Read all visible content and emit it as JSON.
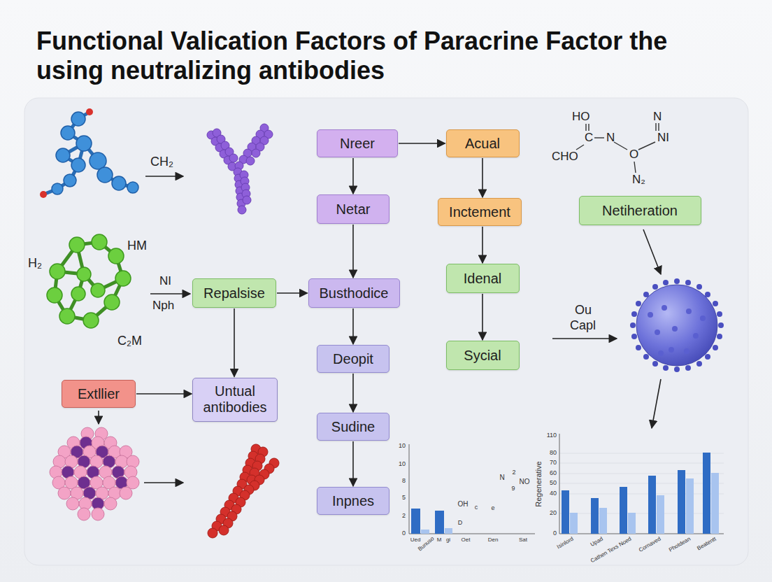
{
  "diagram": {
    "title": "Functional Valication Factors of Paracrine Factor the using neutralizing antibodies",
    "nodes": [
      {
        "text": [
          "Nreer"
        ]
      },
      {
        "text": [
          "Netar"
        ]
      },
      {
        "text": [
          "Busthodice"
        ]
      },
      {
        "text": [
          "Deopit"
        ]
      },
      {
        "text": [
          "Sudine"
        ]
      },
      {
        "text": [
          "Inpnes"
        ]
      },
      {
        "text": [
          "Acual"
        ]
      },
      {
        "text": [
          "Inctement"
        ]
      },
      {
        "text": [
          "Idenal"
        ]
      },
      {
        "text": [
          "Sycial"
        ]
      },
      {
        "text": [
          "Netiheration"
        ]
      },
      {
        "text": [
          "Repalsise"
        ]
      },
      {
        "text": [
          "Extllier"
        ]
      },
      {
        "text": [
          "Untual antibodies"
        ]
      }
    ],
    "edges": [
      {
        "from": 0,
        "to": 6,
        "arrow": "to"
      },
      {
        "from": 0,
        "to": 1,
        "arrow": "to"
      },
      {
        "from": 1,
        "to": 2,
        "arrow": "to"
      },
      {
        "from": 11,
        "to": 2,
        "arrow": "to"
      },
      {
        "from": 2,
        "to": 3,
        "arrow": "to"
      },
      {
        "from": 3,
        "to": 4,
        "arrow": "to"
      },
      {
        "from": 4,
        "to": 5,
        "arrow": "to"
      },
      {
        "from": 6,
        "to": 7,
        "arrow": "to"
      },
      {
        "from": 7,
        "to": 8,
        "arrow": "to"
      },
      {
        "from": 8,
        "to": 9,
        "arrow": "to"
      },
      {
        "from": 11,
        "to": 13,
        "arrow": "to"
      },
      {
        "from": 12,
        "to": 13,
        "arrow": "to"
      }
    ],
    "labels": [
      "CH₂",
      "HM",
      "H₂",
      "NI",
      "Nph",
      "C₂M",
      "HO",
      "C",
      "N",
      "CHO",
      "O",
      "N₂",
      "N",
      "NI",
      "Ou",
      "Capl",
      "10",
      "10",
      "8",
      "5",
      "2",
      "0",
      "Ued",
      "Bunuso",
      "M",
      "gi",
      "Oet",
      "Den",
      "Sat",
      "N",
      "2",
      "NO",
      "9",
      "OH",
      "c",
      "e",
      "D",
      "110",
      "80",
      "70",
      "60",
      "50",
      "40",
      "20",
      "0",
      "Regenerative",
      "Isinlord",
      "Upad",
      "Cathen Texs Noed",
      "Cornaved",
      "Photdean",
      "Beatentt"
    ]
  }
}
